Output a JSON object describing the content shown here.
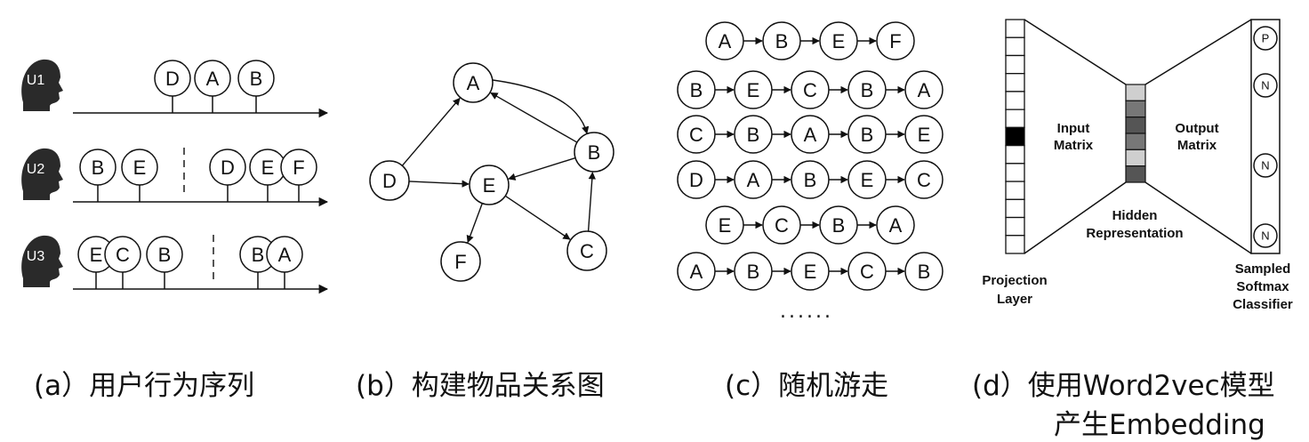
{
  "users": [
    {
      "id": "U1",
      "before": [],
      "after": [
        "D",
        "A",
        "B"
      ]
    },
    {
      "id": "U2",
      "before": [
        "B",
        "E"
      ],
      "after": [
        "D",
        "E",
        "F"
      ]
    },
    {
      "id": "U3",
      "before": [
        "E",
        "C",
        "B"
      ],
      "after": [
        "B",
        "A"
      ]
    }
  ],
  "graph": {
    "nodes": [
      "A",
      "B",
      "D",
      "E",
      "F",
      "C"
    ],
    "edges": [
      [
        "D",
        "A"
      ],
      [
        "D",
        "E"
      ],
      [
        "A",
        "B"
      ],
      [
        "B",
        "A"
      ],
      [
        "B",
        "E"
      ],
      [
        "E",
        "F"
      ],
      [
        "E",
        "C"
      ],
      [
        "C",
        "B"
      ]
    ]
  },
  "walks": [
    [
      "A",
      "B",
      "E",
      "F"
    ],
    [
      "B",
      "E",
      "C",
      "B",
      "A"
    ],
    [
      "C",
      "B",
      "A",
      "B",
      "E"
    ],
    [
      "D",
      "A",
      "B",
      "E",
      "C"
    ],
    [
      "E",
      "C",
      "B",
      "A"
    ],
    [
      "A",
      "B",
      "E",
      "C",
      "B"
    ]
  ],
  "walks_ellipsis": "......",
  "w2v": {
    "input_matrix": "Input Matrix",
    "output_matrix": "Output Matrix",
    "hidden": "Hidden Representation",
    "projection": "Projection Layer",
    "classifier": "Sampled Softmax Classifier",
    "output_nodes": [
      "P",
      "N",
      "N",
      "N"
    ]
  },
  "captions": {
    "a": "(a）用户行为序列",
    "b": "(b）构建物品关系图",
    "c": "(c）随机游走",
    "d_line1": "(d）使用Word2vec模型",
    "d_line2": "产生Embedding"
  }
}
